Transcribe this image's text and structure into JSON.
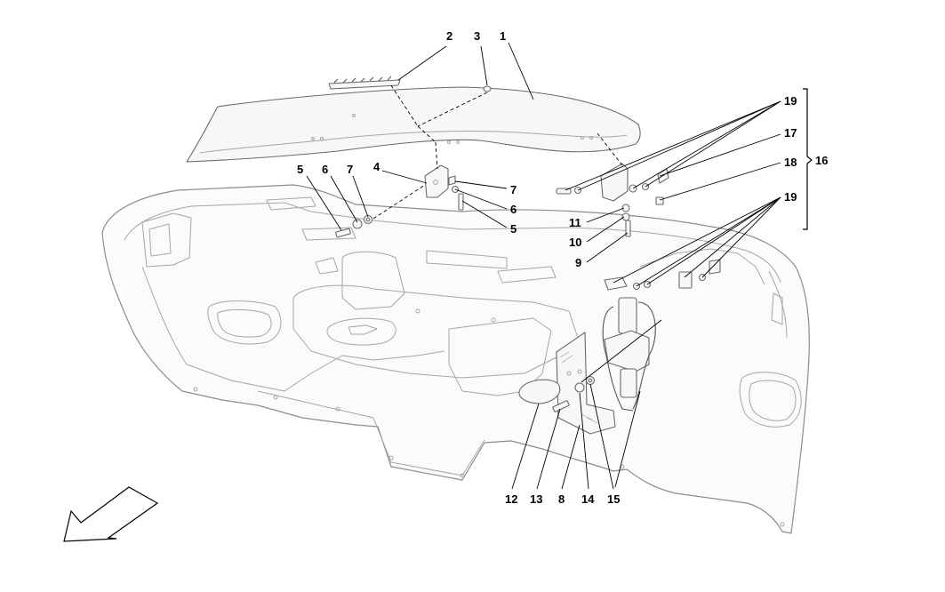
{
  "callouts": [
    {
      "id": "c1",
      "text": "1"
    },
    {
      "id": "c2",
      "text": "2"
    },
    {
      "id": "c3",
      "text": "3"
    },
    {
      "id": "c4",
      "text": "4"
    },
    {
      "id": "c5a",
      "text": "5"
    },
    {
      "id": "c5b",
      "text": "5"
    },
    {
      "id": "c6a",
      "text": "6"
    },
    {
      "id": "c6b",
      "text": "6"
    },
    {
      "id": "c7a",
      "text": "7"
    },
    {
      "id": "c7b",
      "text": "7"
    },
    {
      "id": "c8",
      "text": "8"
    },
    {
      "id": "c9",
      "text": "9"
    },
    {
      "id": "c10",
      "text": "10"
    },
    {
      "id": "c11",
      "text": "11"
    },
    {
      "id": "c12",
      "text": "12"
    },
    {
      "id": "c13",
      "text": "13"
    },
    {
      "id": "c14",
      "text": "14"
    },
    {
      "id": "c15",
      "text": "15"
    },
    {
      "id": "c16",
      "text": "16"
    },
    {
      "id": "c17",
      "text": "17"
    },
    {
      "id": "c18",
      "text": "18"
    },
    {
      "id": "c19a",
      "text": "19"
    },
    {
      "id": "c19b",
      "text": "19"
    }
  ],
  "colors": {
    "line": "#000000",
    "part_outline": "#8c8c8c",
    "background": "#ffffff"
  },
  "icons": {
    "orientation_arrow": "front-direction-arrow-icon"
  }
}
